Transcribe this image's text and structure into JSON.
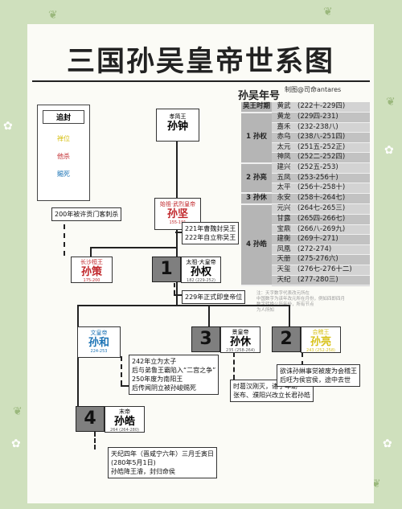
{
  "title": "三国孙吴皇帝世系图",
  "credit": "制图@司命antares",
  "legend": {
    "heading": "追封",
    "items": [
      {
        "label": "禅位",
        "color": "#d8c21a"
      },
      {
        "label": "他杀",
        "color": "#c0262a"
      },
      {
        "label": "賜死",
        "color": "#1b73b5"
      }
    ]
  },
  "era_table": {
    "title": "孙吴年号",
    "groups": [
      {
        "ruler": "吴王时期",
        "eras": [
          {
            "name": "黄武",
            "years": "(222十-229四)"
          }
        ]
      },
      {
        "ruler": "1 孙权",
        "eras": [
          {
            "name": "黄龙",
            "years": "(229四-231)"
          },
          {
            "name": "嘉禾",
            "years": "(232-238八)"
          },
          {
            "name": "赤乌",
            "years": "(238八-251四)"
          },
          {
            "name": "太元",
            "years": "(251五-252正)"
          },
          {
            "name": "神凤",
            "years": "(252二-252四)"
          }
        ]
      },
      {
        "ruler": "2 孙亮",
        "eras": [
          {
            "name": "建兴",
            "years": "(252五-253)"
          },
          {
            "name": "五凤",
            "years": "(253-256十)"
          },
          {
            "name": "太平",
            "years": "(256十-258十)"
          }
        ]
      },
      {
        "ruler": "3 孙休",
        "eras": [
          {
            "name": "永安",
            "years": "(258十-264七)"
          }
        ]
      },
      {
        "ruler": "4 孙皓",
        "eras": [
          {
            "name": "元兴",
            "years": "(264七-265三)"
          },
          {
            "name": "甘露",
            "years": "(265四-266七)"
          },
          {
            "name": "宝鼎",
            "years": "(266八-269九)"
          },
          {
            "name": "建衡",
            "years": "(269十-271)"
          },
          {
            "name": "凤凰",
            "years": "(272-274)"
          },
          {
            "name": "天册",
            "years": "(275-276六)"
          },
          {
            "name": "天玺",
            "years": "(276七-276十二)"
          },
          {
            "name": "天纪",
            "years": "(277-280三)"
          }
        ]
      }
    ],
    "notes": [
      "注：天字数字代表改元所在",
      "中国数字为该年改元所在月份，例如四即四月",
      "数字转换公历年份，所有节点",
      "为人所知"
    ]
  },
  "nodes": {
    "sunzhong": {
      "title": "孝简王",
      "name": "孙钟"
    },
    "sunjian": {
      "title": "始祖·武烈皇帝",
      "name": "孙坚",
      "years": "155-191"
    },
    "suince": {
      "title": "长沙桓王",
      "name": "孙策",
      "years": "175-200"
    },
    "sunquan": {
      "num": "1",
      "title": "太祖·大皇帝",
      "name": "孙权",
      "years": "182 (229-252)"
    },
    "sunhe": {
      "title": "文皇帝",
      "name": "孙和",
      "years": "224-253"
    },
    "sunxiu": {
      "num": "3",
      "title": "景皇帝",
      "name": "孙休",
      "years": "235 (258-264)"
    },
    "sunliang": {
      "num": "2",
      "title": "会稽王",
      "name": "孙亮",
      "years": "243 (252-258)"
    },
    "sunhao": {
      "num": "4",
      "title": "末帝",
      "name": "孙皓",
      "years": "264 (264-280)"
    }
  },
  "annotations": {
    "ce": "200年被许贡门客刺杀",
    "quan_1": "221年曹魏封吴王",
    "quan_2": "222年自立称吴王",
    "quan_3": "229年正式即皇帝位",
    "he": [
      "242年立为太子",
      "后与弟鲁王霸陷入“二宫之争”",
      "250年废为南阳王",
      "后传闻阴立被孙峻赐死"
    ],
    "xiu": [
      "时葛汉刚灭，诸子年幼",
      "张布、濮阳兴改立长君孙皓"
    ],
    "liang": [
      "欲诛孙綝事觉被废为会稽王",
      "后旺为侯官侯，途中去世"
    ],
    "hao": [
      "天纪四年（晋咸宁六年）三月壬寅日",
      "(280年5月1日)",
      "孙皓降王濬，封归命侯"
    ]
  }
}
